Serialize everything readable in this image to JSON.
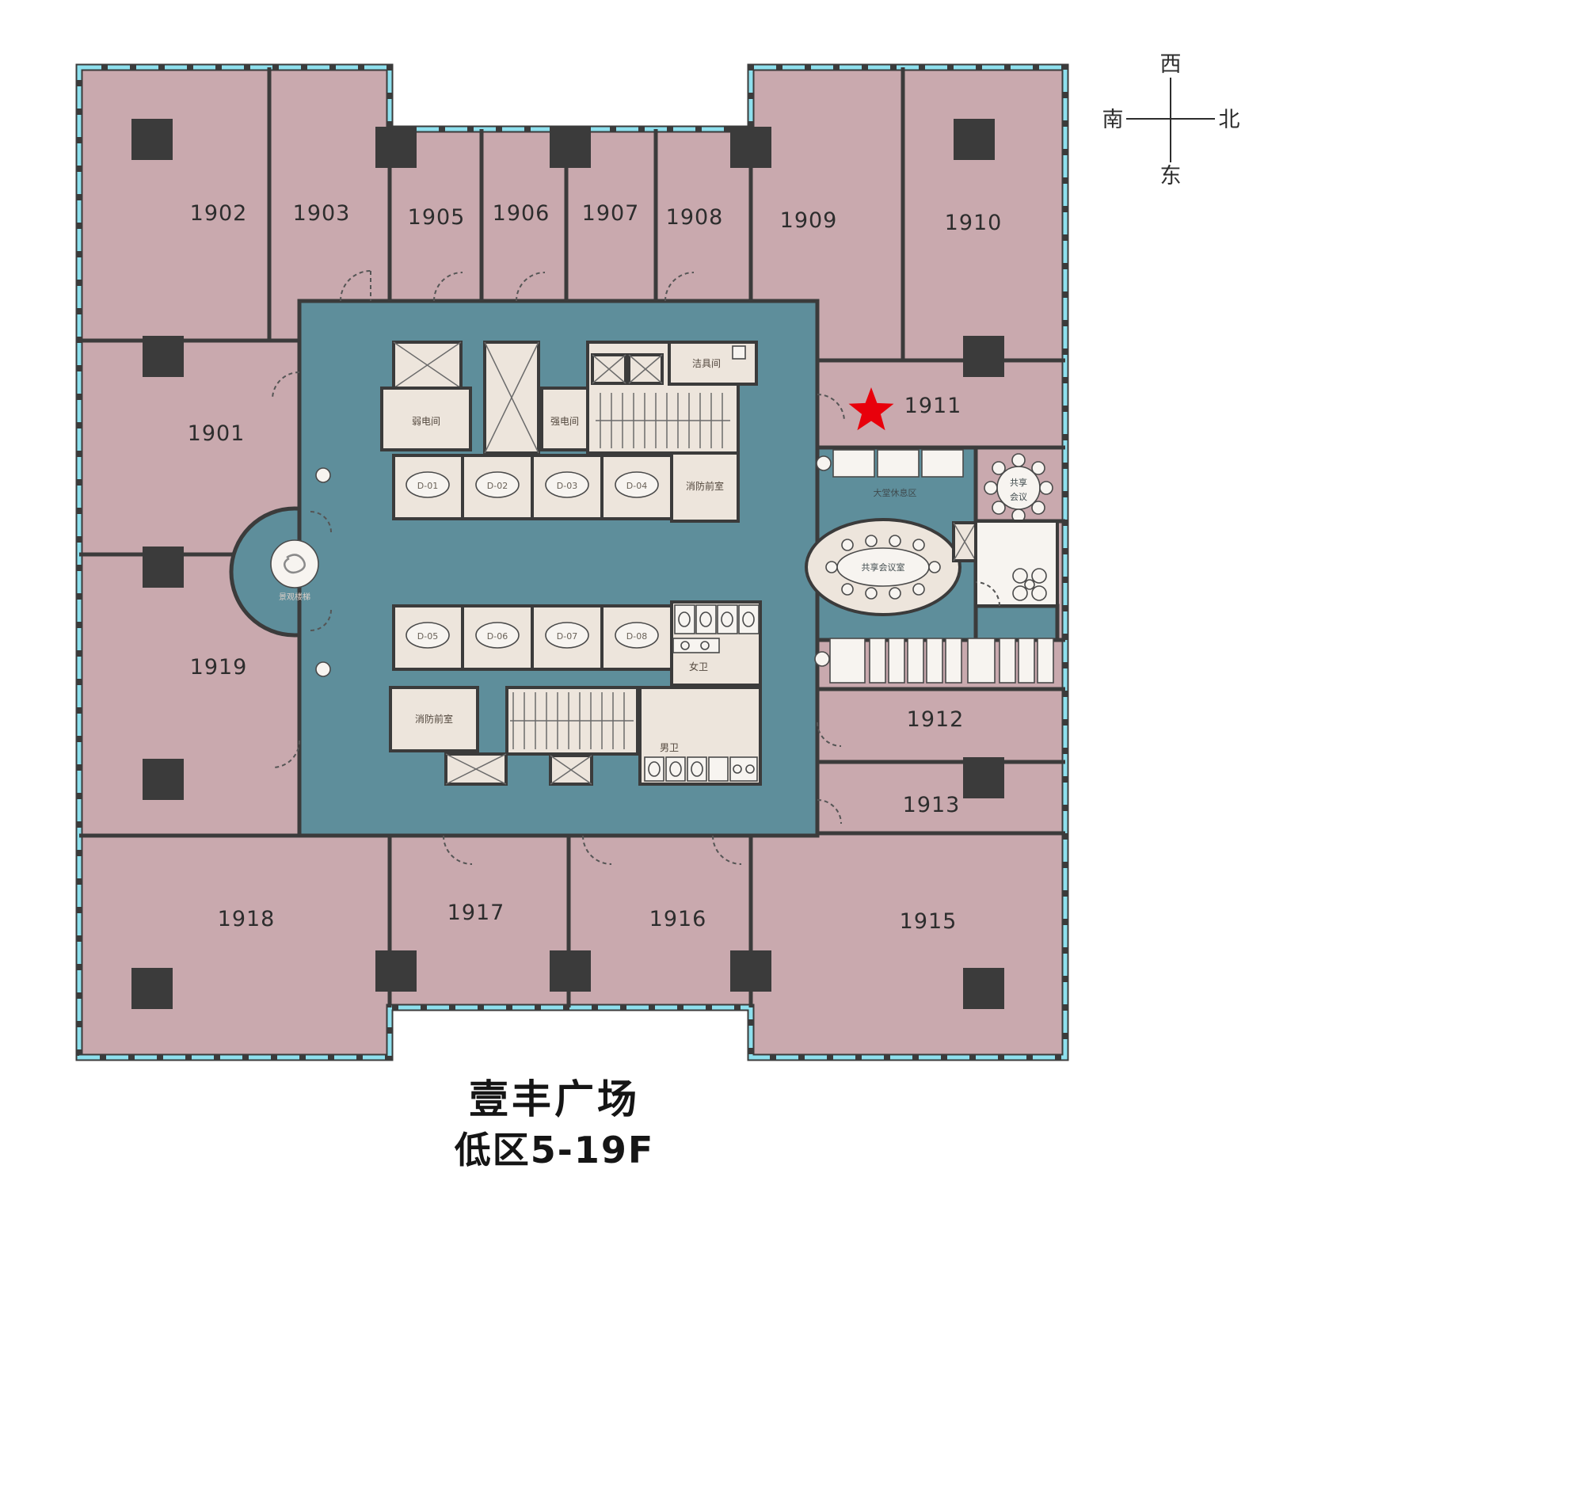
{
  "plan": {
    "units": {
      "u1901": "1901",
      "u1902": "1902",
      "u1903": "1903",
      "u1905": "1905",
      "u1906": "1906",
      "u1907": "1907",
      "u1908": "1908",
      "u1909": "1909",
      "u1910": "1910",
      "u1911": "1911",
      "u1912": "1912",
      "u1913": "1913",
      "u1915": "1915",
      "u1916": "1916",
      "u1917": "1917",
      "u1918": "1918",
      "u1919": "1919"
    },
    "rooms": {
      "weak_electric": "弱电间",
      "strong_electric": "强电间",
      "janitor": "洁具间",
      "fire_lobby_top": "消防前室",
      "fire_lobby_bottom": "消防前室",
      "womens_wc": "女卫",
      "mens_wc": "男卫",
      "lobby_lounge": "大堂休息区",
      "shared_meeting_room": "共享会议室",
      "shared_meeting_line1": "共享",
      "shared_meeting_line2": "会议",
      "scenic_stair": "景观楼梯"
    },
    "elevators": [
      "D-01",
      "D-02",
      "D-03",
      "D-04",
      "D-05",
      "D-06",
      "D-07",
      "D-08"
    ],
    "marker": {
      "type": "red-star",
      "near_unit": "1911"
    }
  },
  "compass": {
    "top": "西",
    "right": "北",
    "bottom": "东",
    "left": "南"
  },
  "title": {
    "line1": "壹丰广场",
    "line2": "低区5-19F"
  },
  "colors": {
    "unit_fill": "#c9a9ae",
    "corridor_fill": "#5e8e9b",
    "core_room_fill": "#ede5dc",
    "wall": "#3b3b3b",
    "window": "#8ee0ee",
    "highlight_star": "#e8000b"
  }
}
